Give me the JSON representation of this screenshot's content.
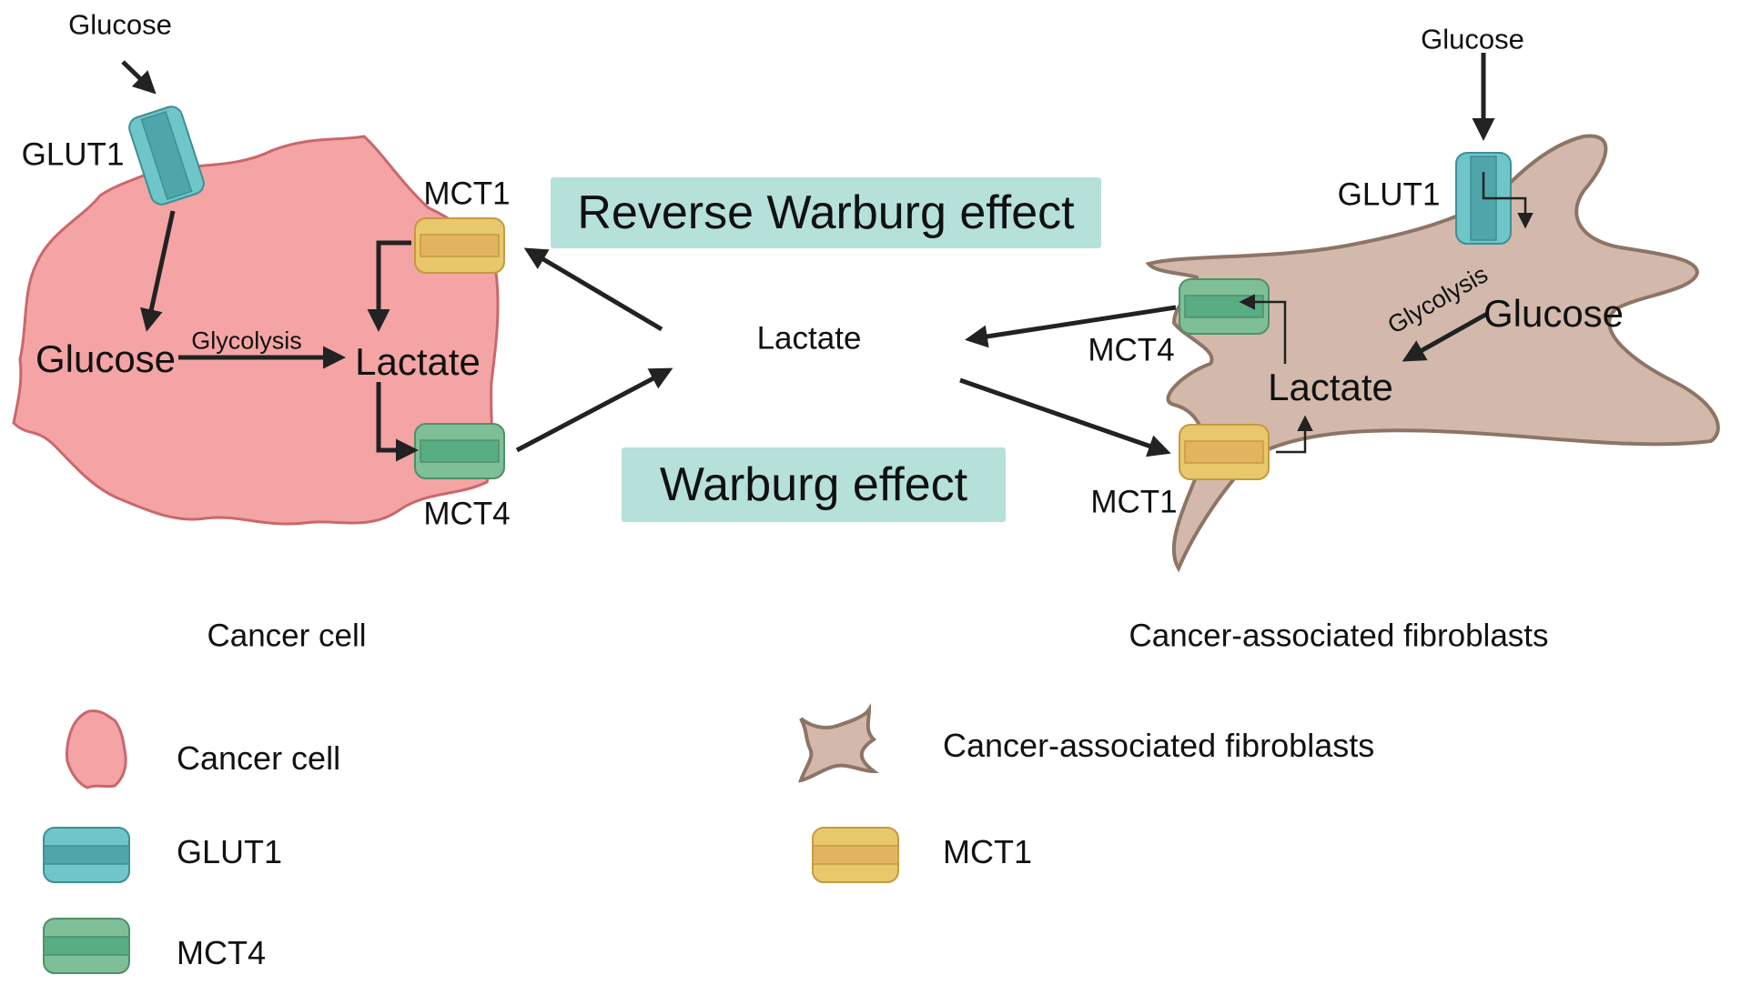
{
  "title_boxes": {
    "reverse_warburg": "Reverse Warburg effect",
    "warburg": "Warburg effect"
  },
  "extracellular": {
    "lactate": "Lactate"
  },
  "cancer_cell": {
    "glucose_outside": "Glucose",
    "glut1": "GLUT1",
    "mct1": "MCT1",
    "mct4": "MCT4",
    "glucose_inside": "Glucose",
    "glycolysis": "Glycolysis",
    "lactate_inside": "Lactate",
    "caption": "Cancer cell"
  },
  "fibroblast": {
    "glucose_outside": "Glucose",
    "glut1": "GLUT1",
    "mct4": "MCT4",
    "mct1": "MCT1",
    "glucose_inside": "Glucose",
    "glycolysis": "Glycolysis",
    "lactate_inside": "Lactate",
    "caption": "Cancer-associated fibroblasts"
  },
  "legend": {
    "items": [
      {
        "icon": "cancer-cell-icon",
        "label": "Cancer cell"
      },
      {
        "icon": "glut1-channel-icon",
        "label": "GLUT1"
      },
      {
        "icon": "mct4-channel-icon",
        "label": "MCT4"
      },
      {
        "icon": "fibroblast-icon",
        "label": "Cancer-associated fibroblasts"
      },
      {
        "icon": "mct1-channel-icon",
        "label": "MCT1"
      }
    ]
  },
  "colors": {
    "cancer_cell_fill": "#f4a4a4",
    "cancer_cell_stroke": "#c9686b",
    "fibroblast_fill": "#d2b9ab",
    "fibroblast_stroke": "#8d7566",
    "glut1_light": "#6ec6c9",
    "glut1_dark": "#4ea5aa",
    "mct1_light": "#e8c86a",
    "mct1_dark": "#e3b45f",
    "mct4_light": "#7fbf98",
    "mct4_dark": "#58ad82",
    "effect_box": "#b5e1da",
    "arrow": "#222222"
  }
}
